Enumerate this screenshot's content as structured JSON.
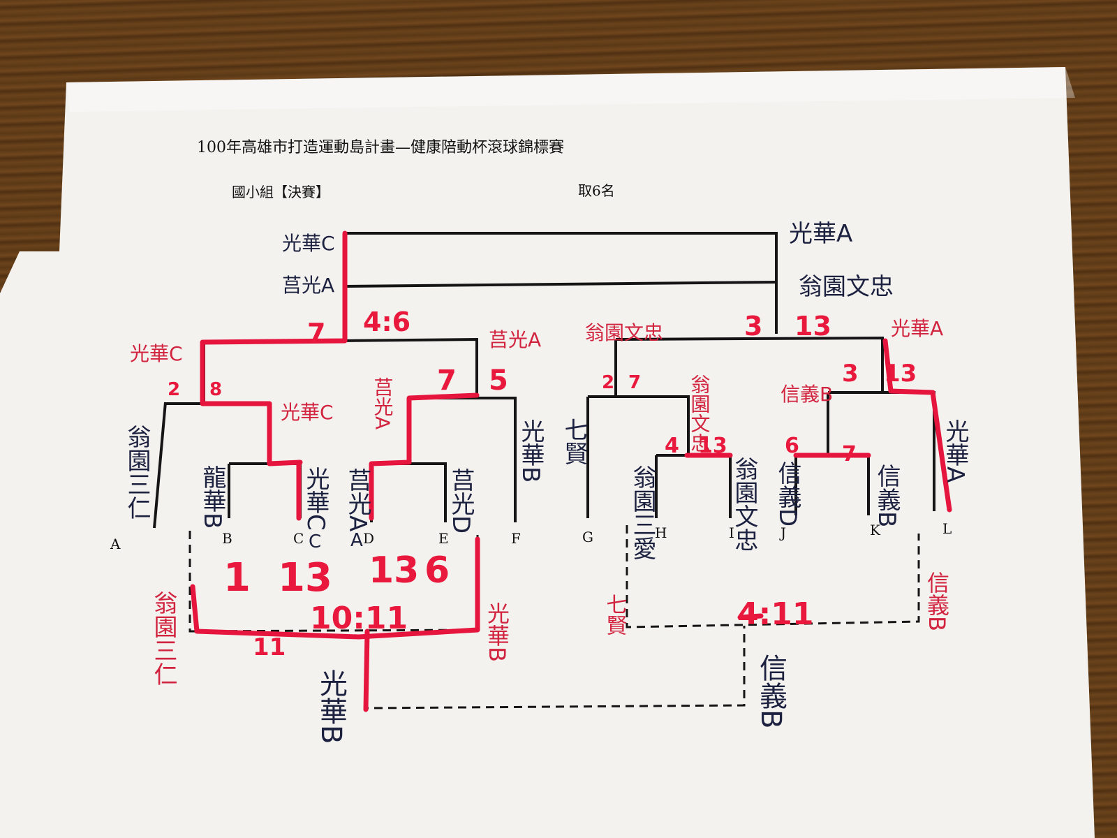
{
  "title": "100年高雄市打造運動島計畫—健康陪動杯滾球錦標賽",
  "division": "國小組【決賽】",
  "places": "取6名",
  "slots": [
    "A",
    "B",
    "C",
    "D",
    "E",
    "F",
    "G",
    "H",
    "I",
    "J",
    "K",
    "L"
  ],
  "slot_c_extra": "C",
  "slot_d_extra": "A",
  "entrants_handwritten": {
    "A": "翁園三仁",
    "B": "龍華B",
    "C": "光華C",
    "D": "莒光A",
    "E": "莒光D",
    "F": "光華B",
    "G": "七賢",
    "H": "翁園三愛",
    "I": "翁園文忠",
    "J": "信義D",
    "K": "信義B",
    "L": "光華A"
  },
  "round1_winners": {
    "BC": "光華C",
    "DE": "莒光A",
    "HI": "翁園文忠",
    "JK": "信義B"
  },
  "round2_winners": {
    "left_semi_left": "光華C",
    "left_semi_right": "莒光A",
    "right_semi_left": "翁園文忠",
    "right_semi_right": "光華A"
  },
  "final": {
    "top": "光華C",
    "bottom": "莒光A"
  },
  "final_right": {
    "top": "光華A",
    "bottom": "翁園文忠"
  },
  "scores": {
    "bc": [
      "1",
      "13"
    ],
    "de": [
      "13",
      "6"
    ],
    "ab_c": [
      "2",
      "8"
    ],
    "de_f": [
      "7",
      "5"
    ],
    "hi": [
      "4",
      "13"
    ],
    "jk": [
      "6",
      "7"
    ],
    "g_hi": [
      "2",
      "7"
    ],
    "jk_l": [
      "3",
      "13"
    ],
    "left_final": [
      "7",
      "4:6"
    ],
    "right_final": [
      "3",
      "13"
    ],
    "repechage_left": "10:11",
    "repechage_left_extra": "11",
    "repechage_right": "4:11"
  },
  "repechage": {
    "left_bottom": "翁園三仁",
    "left_right": "光華B",
    "right_left": "七賢",
    "right_right": "信義B",
    "final_left": "光華B",
    "final_right": "信義B"
  }
}
